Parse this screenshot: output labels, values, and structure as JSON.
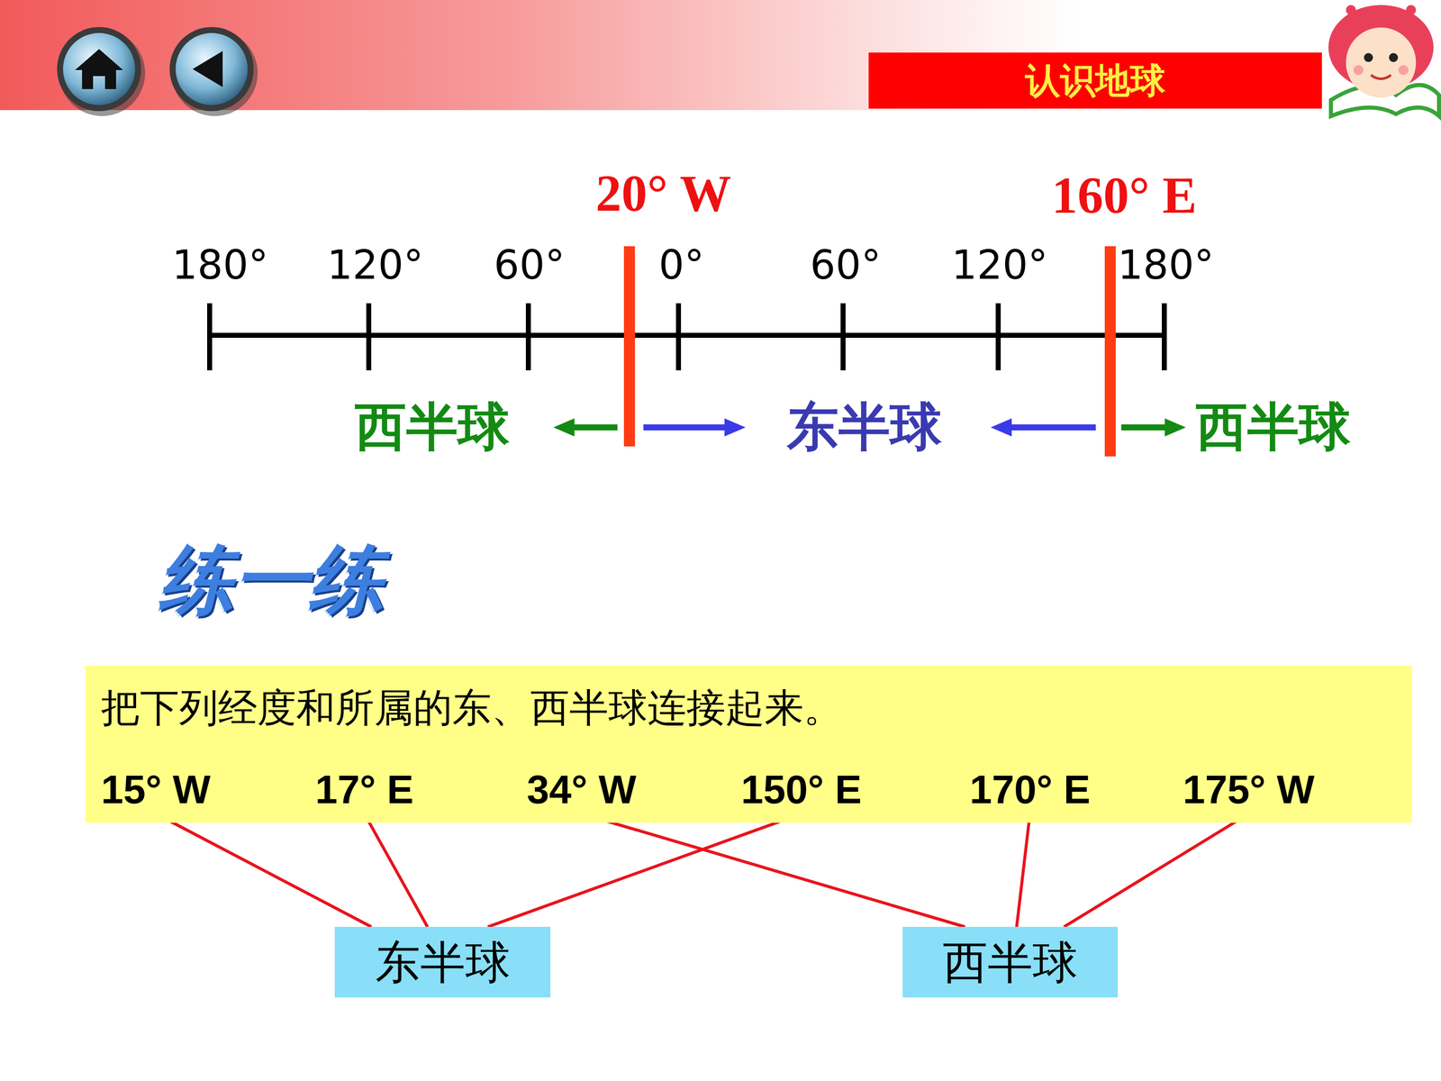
{
  "diagram": {
    "title": "练一练",
    "nodes": [
      {
        "text": [
          "认识地球"
        ]
      },
      {
        "text": [
          "把下列经度和所属的东、西半球连接起来。"
        ]
      },
      {
        "text": [
          "15° W"
        ],
        "in": 1
      },
      {
        "text": [
          "17° E"
        ],
        "in": 1
      },
      {
        "text": [
          "34° W"
        ],
        "in": 1
      },
      {
        "text": [
          "150° E"
        ],
        "in": 1
      },
      {
        "text": [
          "170° E"
        ],
        "in": 1
      },
      {
        "text": [
          "175° W"
        ],
        "in": 1
      },
      {
        "text": [
          "东半球"
        ]
      },
      {
        "text": [
          "西半球"
        ]
      }
    ],
    "edges": [
      {
        "from": 2,
        "to": 8,
        "arrow": "none"
      },
      {
        "from": 3,
        "to": 8,
        "arrow": "none"
      },
      {
        "from": 4,
        "to": 9,
        "arrow": "none"
      },
      {
        "from": 5,
        "to": 8,
        "arrow": "none"
      },
      {
        "from": 6,
        "to": 9,
        "arrow": "none"
      },
      {
        "from": 7,
        "to": 9,
        "arrow": "none"
      }
    ],
    "labels": [
      "20° W",
      "160° E",
      "180°",
      "120°",
      "60°",
      "0°",
      "60°",
      "120°",
      "180°",
      "西半球",
      "东半球",
      "西半球"
    ]
  }
}
